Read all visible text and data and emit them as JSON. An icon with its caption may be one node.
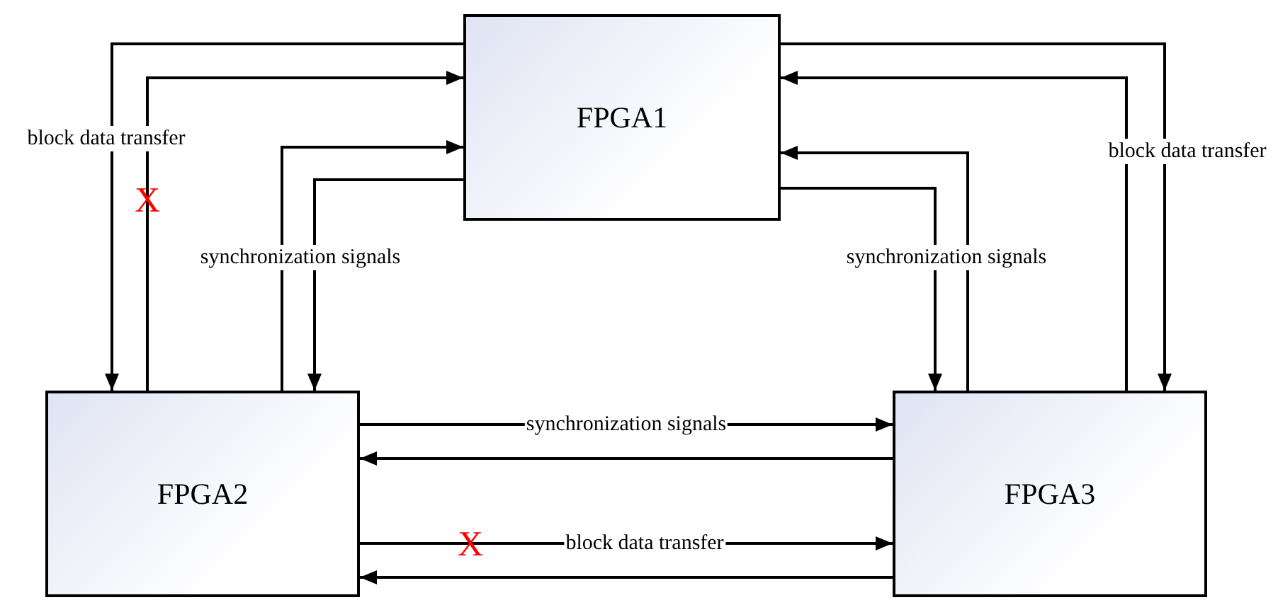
{
  "diagram": {
    "nodes": [
      {
        "text": [
          "FPGA1"
        ]
      },
      {
        "text": [
          "FPGA2"
        ]
      },
      {
        "text": [
          "FPGA3"
        ]
      }
    ],
    "edges": [
      {
        "from": 0,
        "to": 1,
        "arrow": "to",
        "label": "block data transfer"
      },
      {
        "from": 1,
        "to": 0,
        "arrow": "to"
      },
      {
        "from": 1,
        "to": 0,
        "arrow": "to"
      },
      {
        "from": 0,
        "to": 1,
        "arrow": "to",
        "label": "synchronization signals"
      },
      {
        "from": 0,
        "to": 2,
        "arrow": "to",
        "label": "block data transfer"
      },
      {
        "from": 2,
        "to": 0,
        "arrow": "to"
      },
      {
        "from": 2,
        "to": 0,
        "arrow": "to"
      },
      {
        "from": 0,
        "to": 2,
        "arrow": "to",
        "label": "synchronization signals"
      },
      {
        "from": 1,
        "to": 2,
        "arrow": "to",
        "label": "synchronization signals"
      },
      {
        "from": 2,
        "to": 1,
        "arrow": "to"
      },
      {
        "from": 1,
        "to": 2,
        "arrow": "to",
        "label": "block data transfer"
      },
      {
        "from": 2,
        "to": 1,
        "arrow": "to"
      }
    ],
    "labels": [
      "X",
      "X"
    ]
  }
}
